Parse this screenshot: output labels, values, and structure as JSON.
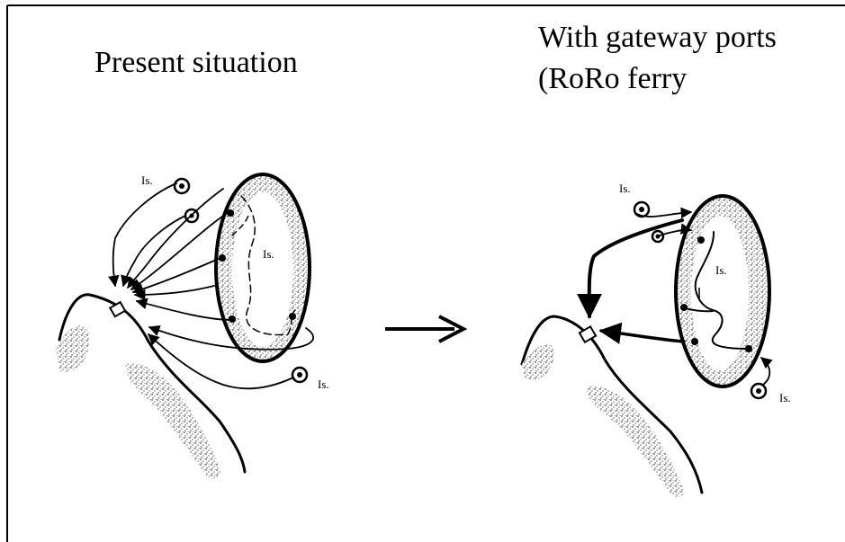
{
  "left_panel": {
    "title": "Present situation",
    "island_labels": [
      "Is.",
      "Is.",
      "Is."
    ]
  },
  "right_panel": {
    "title_line1": "With gateway ports",
    "title_line2": "(RoRo ferry",
    "island_labels": [
      "Is.",
      "Is.",
      "Is."
    ]
  },
  "colors": {
    "ink": "#000000",
    "background": "#ffffff",
    "stipple": "#777777"
  }
}
